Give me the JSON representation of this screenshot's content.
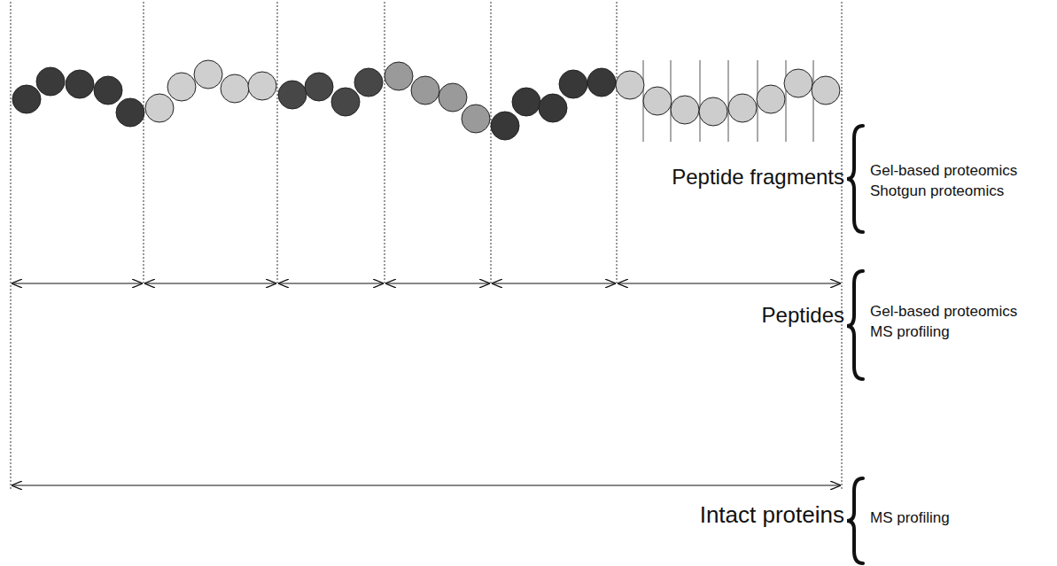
{
  "diagram": {
    "labels": [
      "Peptide fragments",
      "Gel-based proteomics",
      "Shotgun proteomics",
      "Peptides",
      "Gel-based proteomics",
      "MS profiling",
      "Intact proteins",
      "MS profiling"
    ]
  }
}
